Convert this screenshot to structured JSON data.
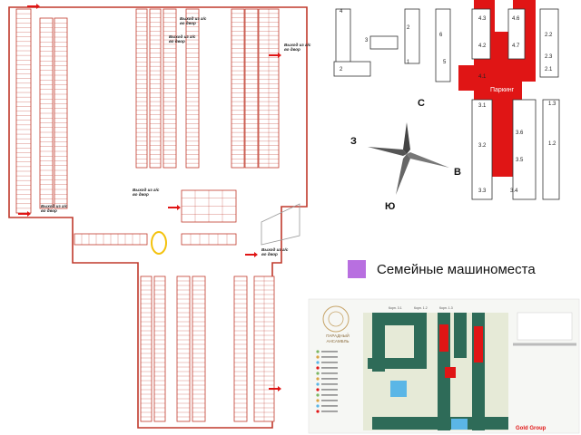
{
  "legend": {
    "label": "Семейные машиноместа",
    "color": "#b86fe0"
  },
  "compass": {
    "north": "С",
    "south": "Ю",
    "west": "З",
    "east": "В"
  },
  "site_plan": {
    "parking_label": "Паркинг",
    "buildings": [
      "4",
      "3",
      "2",
      "1",
      "6",
      "5",
      "4.3",
      "4.2",
      "4.1",
      "4.6",
      "4.7",
      "2.2",
      "2.3",
      "2.1",
      "3.1",
      "3.2",
      "3.6",
      "3.5",
      "3.3",
      "3.4",
      "1.3",
      "1.2"
    ],
    "highlight_color": "#e01515"
  },
  "exits": [
    {
      "id": "exit-a",
      "label": "Выход из а/с во двор"
    },
    {
      "id": "exit-b",
      "label": "Выход из а/с во двор"
    },
    {
      "id": "exit-c",
      "label": "Выход из а/с во двор"
    },
    {
      "id": "exit-d",
      "label": "Выход из а/с во двор"
    },
    {
      "id": "exit-e",
      "label": "Выход из а/с во двор"
    },
    {
      "id": "exit-f",
      "label": "Выход из а/с во двор"
    }
  ],
  "masterplan": {
    "title_line1": "ПАРАДНЫЙ",
    "title_line2": "АНСАМБЛЬ",
    "corpus_labels": [
      "Корп. 3.1",
      "Корп. 1.2",
      "Корп. 1.3"
    ],
    "promo": "Gold Group"
  },
  "colors": {
    "plan_line": "#c0392b",
    "parking_red": "#e01515",
    "family_purple": "#b86fe0"
  }
}
